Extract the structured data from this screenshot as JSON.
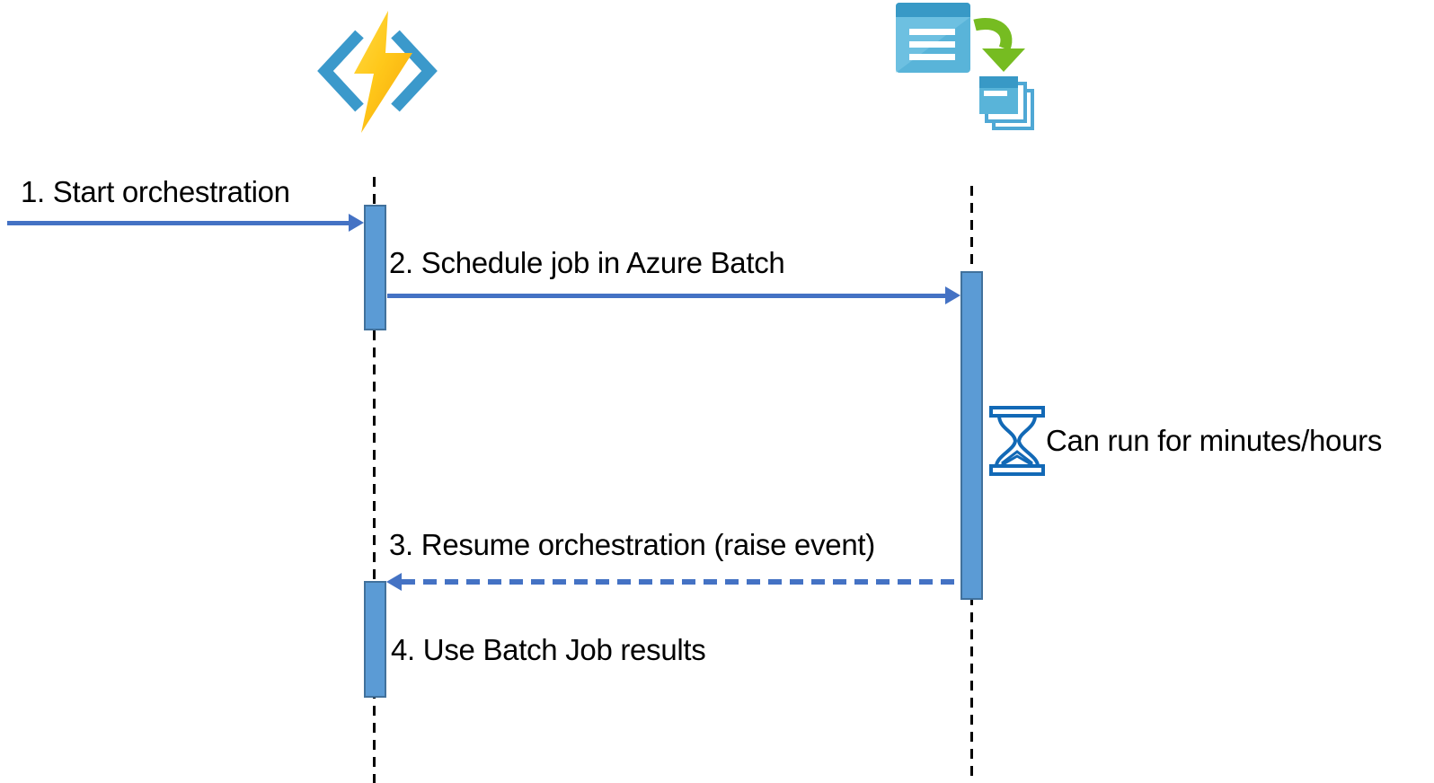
{
  "diagram": {
    "type": "sequence-diagram",
    "actors": [
      {
        "id": "azure-functions",
        "icon": "azure-functions-icon"
      },
      {
        "id": "azure-batch",
        "icon": "azure-batch-icon"
      }
    ],
    "messages": [
      {
        "label": "1. Start orchestration",
        "line_style": "solid",
        "direction": "right",
        "from": "caller",
        "to": "azure-functions"
      },
      {
        "label": "2. Schedule job in Azure Batch",
        "line_style": "solid",
        "direction": "right",
        "from": "azure-functions",
        "to": "azure-batch"
      },
      {
        "label": "3. Resume orchestration (raise event)",
        "line_style": "dashed",
        "direction": "left",
        "from": "azure-batch",
        "to": "azure-functions"
      },
      {
        "label": "4. Use Batch Job results",
        "line_style": "none",
        "direction": "none",
        "from": "azure-functions",
        "to": "azure-functions"
      }
    ],
    "annotation": {
      "icon": "hourglass-icon",
      "text": "Can run for minutes/hours"
    },
    "colors": {
      "message_arrow": "#4472C4",
      "activation_fill": "#5B9BD5",
      "activation_border": "#41719C",
      "lifeline": "#000000",
      "functions_bracket_blue": "#3B99CB",
      "bolt_yellow_light": "#FFD945",
      "bolt_yellow_dark": "#F5A50A",
      "batch_header_blue": "#3899C6",
      "batch_body_blue": "#59B4D9",
      "batch_sheen_blue": "#7ECBE7",
      "batch_arrow_green": "#76BC21",
      "hourglass_blue": "#1269B6",
      "text": "#000000"
    }
  }
}
